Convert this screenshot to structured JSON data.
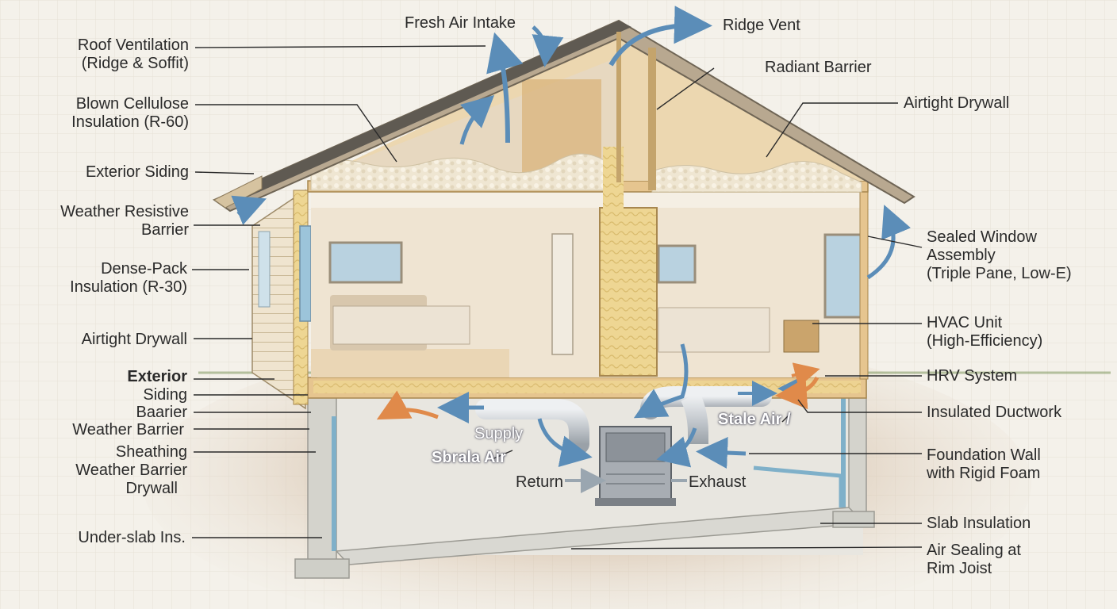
{
  "labels": {
    "roof_ventilation": [
      "Roof Ventilation",
      "(Ridge & Soffit)"
    ],
    "blown_cellulose": [
      "Blown Cellulose",
      "Insulation (R-60)"
    ],
    "exterior_siding_top": [
      "Exterior Siding"
    ],
    "weather_resistive_barrier": [
      "Weather Resistive",
      "Barrier"
    ],
    "dense_pack": [
      "Dense-Pack",
      "Insulation (R-30)"
    ],
    "airtight_drywall_left": [
      "Airtight Drywall"
    ],
    "exterior_bold": [
      "Exterior"
    ],
    "siding": [
      "Siding"
    ],
    "baarier": [
      "Baarier"
    ],
    "weather_barrier": [
      "Weather Barrier"
    ],
    "sheathing_stack": [
      "Sheathing",
      "Weather Barrier",
      "Drywall"
    ],
    "under_slab": [
      "Under-slab Ins."
    ],
    "fresh_air_intake": [
      "Fresh Air Intake"
    ],
    "ridge_vent": [
      "Ridge Vent"
    ],
    "radiant_barrier": [
      "Radiant Barrier"
    ],
    "airtight_drywall_right": [
      "Airtight Drywall"
    ],
    "sealed_window": [
      "Sealed Window",
      "Assembly",
      "(Triple Pane, Low-E)"
    ],
    "hvac_unit": [
      "HVAC Unit",
      "(High-Efficiency)"
    ],
    "hrv_system": [
      "HRV System"
    ],
    "insulated_ductwork": [
      "Insulated Ductwork"
    ],
    "foundation_wall": [
      "Foundation Wall",
      "with Rigid Foam"
    ],
    "slab_insulation": [
      "Slab Insulation"
    ],
    "air_sealing": [
      "Air Sealing at",
      "Rim Joist"
    ],
    "supply": [
      "Supply"
    ],
    "sbrala_air": [
      "Sbrala Air"
    ],
    "stale_air": [
      "Stale Air /"
    ],
    "return": [
      "Return"
    ],
    "exhaust": [
      "Exhaust"
    ]
  },
  "colors": {
    "fresh_air": "#5b8db8",
    "warm_air": "#e08a4a",
    "leader_line": "#2a2a2a",
    "timber": "#e6c58f",
    "insulation": "#efe3c8",
    "concrete": "#dcdcd6"
  }
}
